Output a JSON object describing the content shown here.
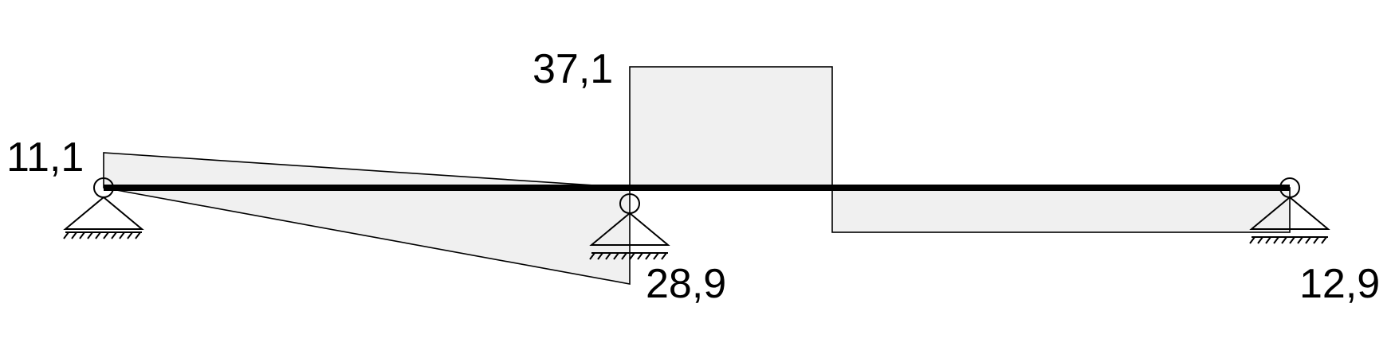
{
  "diagram": {
    "kind": "shear force diagram of two-span beam",
    "colors": {
      "fill": "#f0f0f0",
      "outline": "#000000",
      "beam": "#000000",
      "background": "#ffffff"
    },
    "supports": [
      {
        "type": "pinned"
      },
      {
        "type": "pinned"
      },
      {
        "type": "pinned"
      }
    ]
  },
  "chart_data": {
    "type": "area",
    "x": [
      0,
      17.2,
      17.2,
      24.8,
      24.8,
      45
    ],
    "segments": [
      {
        "x": [
          0,
          17.2
        ],
        "y_start": 11.1,
        "y_end": -28.9
      },
      {
        "x": [
          17.2,
          24.8
        ],
        "y_start": 37.1,
        "y_end": 37.1
      },
      {
        "x": [
          24.8,
          45
        ],
        "y_start": -12.9,
        "y_end": -12.9
      }
    ],
    "labels": {
      "left_start": "11,1",
      "mid_top": "37,1",
      "mid_bottom": "28,9",
      "right_end": "12,9"
    },
    "grid": false
  }
}
